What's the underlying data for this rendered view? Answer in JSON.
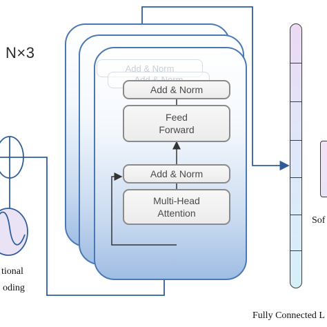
{
  "repeat_label": "N×3",
  "ghost_label": "Add & Norm",
  "encoder": {
    "add_norm_top": "Add & Norm",
    "feed_forward_line1": "Feed",
    "feed_forward_line2": "Forward",
    "add_norm_bottom": "Add & Norm",
    "mha_line1": "Multi-Head",
    "mha_line2": "Attention"
  },
  "positional_encoding": {
    "line1": "tional",
    "line2": "oding"
  },
  "softmax_label": "Sof",
  "fc_label": "Fully Connected L",
  "colors": {
    "stack_border": "#4a78b4",
    "arrow": "#2f5d9a",
    "block_border": "#8a8a8a"
  }
}
